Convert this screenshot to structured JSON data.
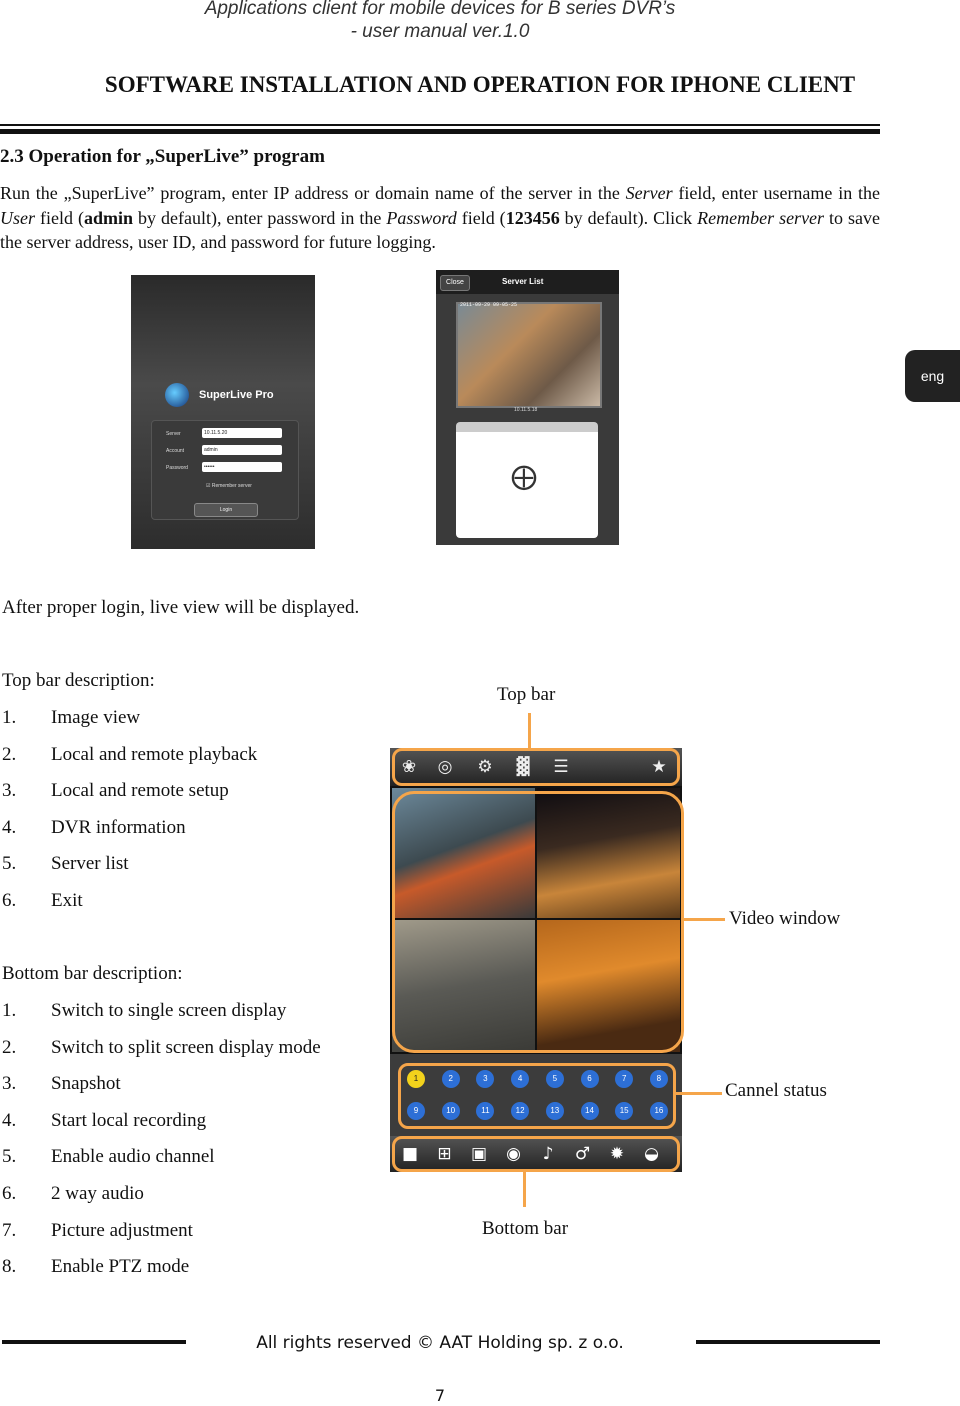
{
  "header": {
    "line1": "Applications client for mobile devices for B series DVR’s",
    "line2": "- user manual ver.1.0",
    "title": "SOFTWARE INSTALLATION AND OPERATION FOR IPHONE CLIENT"
  },
  "section": {
    "heading": "2.3 Operation for „SuperLive” program",
    "p_run": "Run the „SuperLive” program, enter IP address or domain name of the server in the ",
    "p_server": "Server",
    "p_mid1": " field, enter username in the ",
    "p_user": "User",
    "p_mid2": " field (",
    "p_admin": "admin",
    "p_mid3": " by default), enter password in the ",
    "p_password": "Password",
    "p_mid4": " field (",
    "p_pass_val": "123456",
    "p_mid5": " by default). Click ",
    "p_remember": "Remember server",
    "p_end": " to save the server address, user ID, and password for future logging."
  },
  "lang_tab": "eng",
  "login_screen": {
    "brand": "SuperLive Pro",
    "server_label": "Server",
    "server_value": "10.11.5.20",
    "account_label": "Account",
    "account_value": "admin",
    "password_label": "Password",
    "password_value": "••••••",
    "remember_label": "Remember server",
    "login_button": "Login"
  },
  "server_list_screen": {
    "close_button": "Close",
    "title": "Server List",
    "date": "2011-09-29  09-05-25",
    "server_ip": "10.11.5.18",
    "add_icon": "add-server-icon"
  },
  "after_login": "After proper login, live view will be displayed.",
  "top_bar_description": {
    "heading": "Top bar description:",
    "items": [
      "Image view",
      "Local and remote playback",
      "Local and remote setup",
      "DVR information",
      "Server list",
      "Exit"
    ]
  },
  "bottom_bar_description": {
    "heading": "Bottom bar description:",
    "items": [
      "Switch to single screen display",
      "Switch to split screen display mode",
      "Snapshot",
      "Start local recording",
      "Enable audio channel",
      "2 way audio",
      "Picture adjustment",
      "Enable PTZ mode"
    ]
  },
  "callouts": {
    "top_bar": "Top bar",
    "video_window": "Video window",
    "channel_status": "Cannel status",
    "bottom_bar": "Bottom bar"
  },
  "top_bar_icons": [
    {
      "name": "image-view-icon",
      "glyph": "❀"
    },
    {
      "name": "playback-icon",
      "glyph": "◎"
    },
    {
      "name": "setup-gear-icon",
      "glyph": "⚙"
    },
    {
      "name": "dvr-info-icon",
      "glyph": "▓"
    },
    {
      "name": "server-list-icon",
      "glyph": "☰"
    },
    {
      "name": "exit-icon",
      "glyph": "★"
    }
  ],
  "bottom_bar_icons": [
    {
      "name": "single-screen-icon",
      "glyph": "■"
    },
    {
      "name": "split-screen-icon",
      "glyph": "⊞"
    },
    {
      "name": "snapshot-icon",
      "glyph": "▣"
    },
    {
      "name": "record-icon",
      "glyph": "◉"
    },
    {
      "name": "audio-icon",
      "glyph": "♪"
    },
    {
      "name": "microphone-icon",
      "glyph": "♂"
    },
    {
      "name": "picture-adjust-icon",
      "glyph": "✹"
    },
    {
      "name": "ptz-icon",
      "glyph": "◒"
    }
  ],
  "channels": [
    "1",
    "2",
    "3",
    "4",
    "5",
    "6",
    "7",
    "8",
    "9",
    "10",
    "11",
    "12",
    "13",
    "14",
    "15",
    "16"
  ],
  "active_channel": "1",
  "footer": "All rights reserved © AAT Holding sp. z o.o.",
  "page_number": "7"
}
